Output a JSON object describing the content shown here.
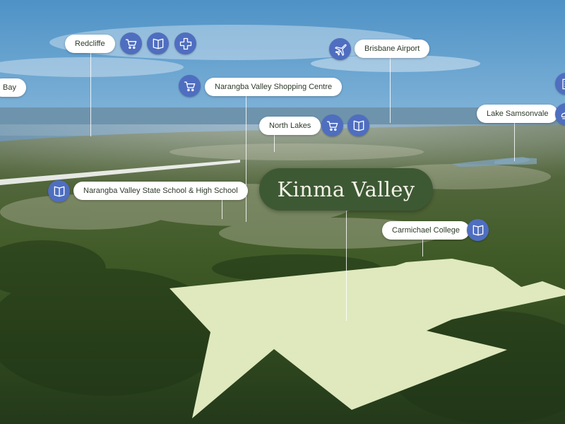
{
  "main_label": "Kinma Valley",
  "labels": {
    "redcliffe": "Redcliffe",
    "bay": "Bay",
    "brisbane_airport": "Brisbane Airport",
    "narangba_shopping": "Narangba Valley Shopping Centre",
    "north_lakes": "North Lakes",
    "lake_samsonvale": "Lake Samsonvale",
    "narangba_school": "Narangba Valley State School & High School",
    "carmichael": "Carmichael College"
  },
  "icons": {
    "cart": "shopping-cart-icon",
    "book": "school-book-icon",
    "medical": "medical-cross-icon",
    "plane": "airplane-icon",
    "building": "building-icon",
    "lake": "lake-icon"
  },
  "colors": {
    "icon_bg": "#4f6ec0",
    "main_pill": "#3d5934",
    "site_fill": "#dfe9bd",
    "label_bg": "#ffffff"
  }
}
